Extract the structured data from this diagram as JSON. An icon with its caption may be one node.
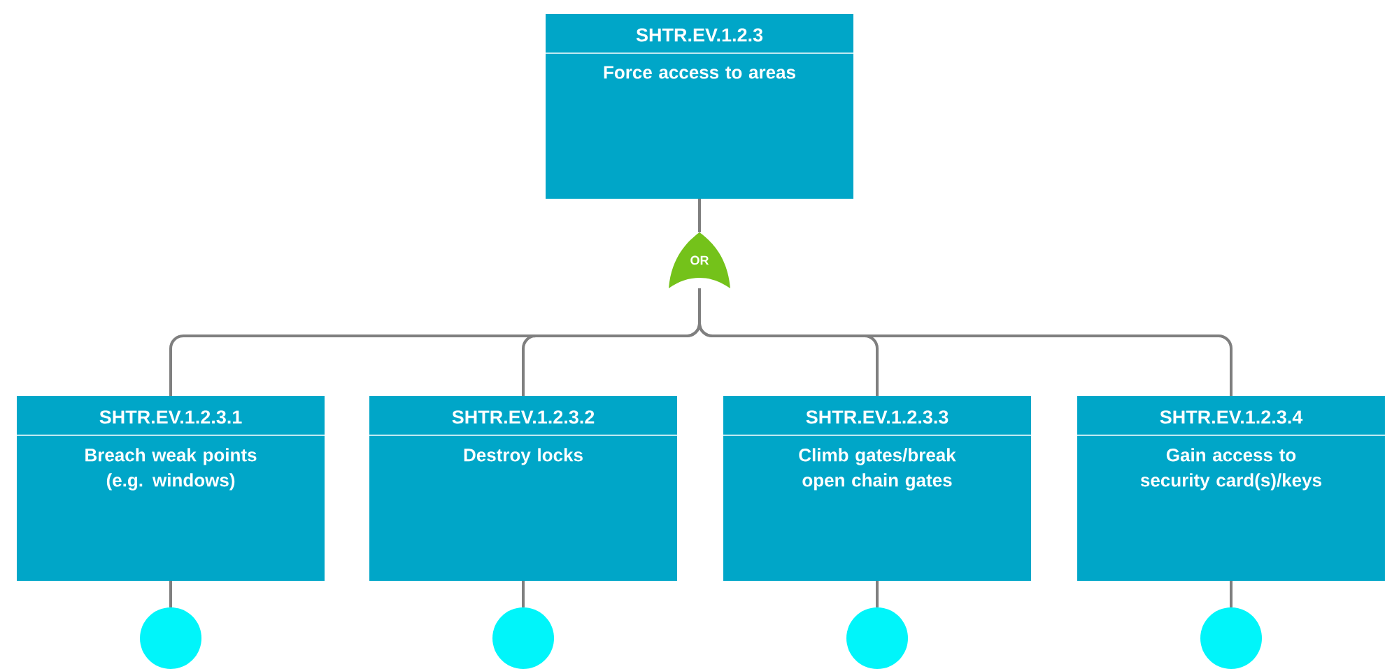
{
  "diagram": {
    "nodes": [
      {
        "text": [
          "SHTR.EV.1.2.3",
          "Force access to areas"
        ]
      },
      {
        "text": [
          "OR"
        ]
      },
      {
        "text": [
          "SHTR.EV.1.2.3.1",
          "Breach weak points (e.g. windows)"
        ]
      },
      {
        "text": [
          "SHTR.EV.1.2.3.2",
          "Destroy locks"
        ]
      },
      {
        "text": [
          "SHTR.EV.1.2.3.3",
          "Climb gates/break open chain gates"
        ]
      },
      {
        "text": [
          "SHTR.EV.1.2.3.4",
          "Gain access to security card(s)/keys"
        ]
      },
      {
        "text": [],
        "shape": "circle"
      },
      {
        "text": [],
        "shape": "circle"
      },
      {
        "text": [],
        "shape": "circle"
      },
      {
        "text": [],
        "shape": "circle"
      }
    ],
    "edges": [
      {
        "from": 0,
        "to": 1,
        "arrow": "none"
      },
      {
        "from": 1,
        "to": 2,
        "arrow": "none"
      },
      {
        "from": 1,
        "to": 3,
        "arrow": "none"
      },
      {
        "from": 1,
        "to": 4,
        "arrow": "none"
      },
      {
        "from": 1,
        "to": 5,
        "arrow": "none"
      },
      {
        "from": 2,
        "to": 6,
        "arrow": "none"
      },
      {
        "from": 3,
        "to": 7,
        "arrow": "none"
      },
      {
        "from": 4,
        "to": 8,
        "arrow": "none"
      },
      {
        "from": 5,
        "to": 9,
        "arrow": "none"
      }
    ]
  }
}
